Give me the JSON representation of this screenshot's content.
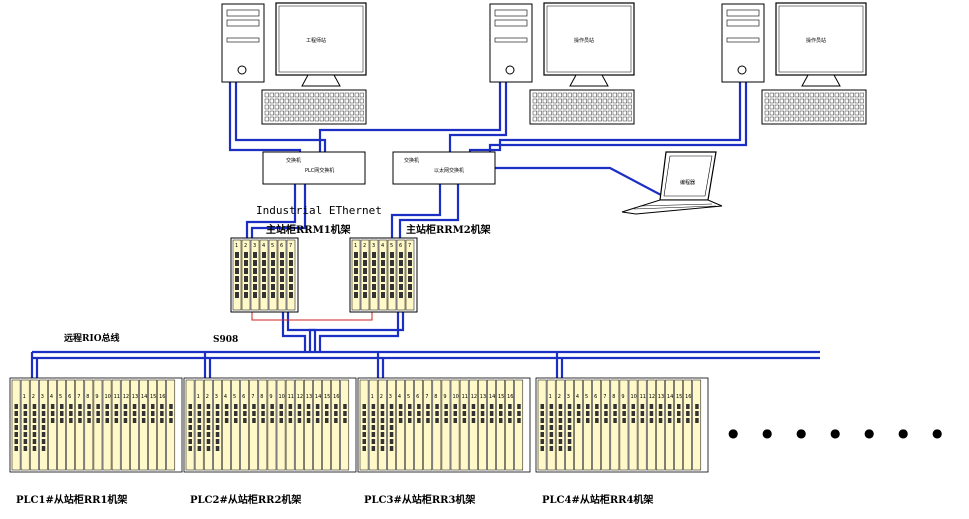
{
  "ethernet_label": "Industrial EThernet",
  "rio_bus_label": "远程RIO总线",
  "bus_code_label": "S908",
  "master_rack_1_label": "主站柜RRM1机架",
  "master_rack_2_label": "主站柜RRM2机架",
  "workstations": [
    {
      "screen_label": "工程师站"
    },
    {
      "screen_label": "操作员站"
    },
    {
      "screen_label": "操作员站"
    }
  ],
  "switches": [
    {
      "left_label": "交换机",
      "right_label": "PLC网交换机"
    },
    {
      "left_label": "交换机",
      "right_label": "以太网交换机"
    }
  ],
  "laptop_label": "编程器",
  "slave_racks": [
    {
      "label": "PLC1#从站柜RR1机架"
    },
    {
      "label": "PLC2#从站柜RR2机架"
    },
    {
      "label": "PLC3#从站柜RR3机架"
    },
    {
      "label": "PLC4#从站柜RR4机架"
    }
  ],
  "slot_numbers": [
    "1",
    "2",
    "3",
    "4",
    "5",
    "6",
    "7",
    "8",
    "9",
    "10",
    "11",
    "12",
    "13",
    "14",
    "15",
    "16"
  ],
  "colors": {
    "bus": "#1c2fc4",
    "redline": "#cc2222",
    "module": "#fff8c8",
    "stroke": "#000000"
  },
  "continuation_dots": "● ● ● ● ● ● ●"
}
